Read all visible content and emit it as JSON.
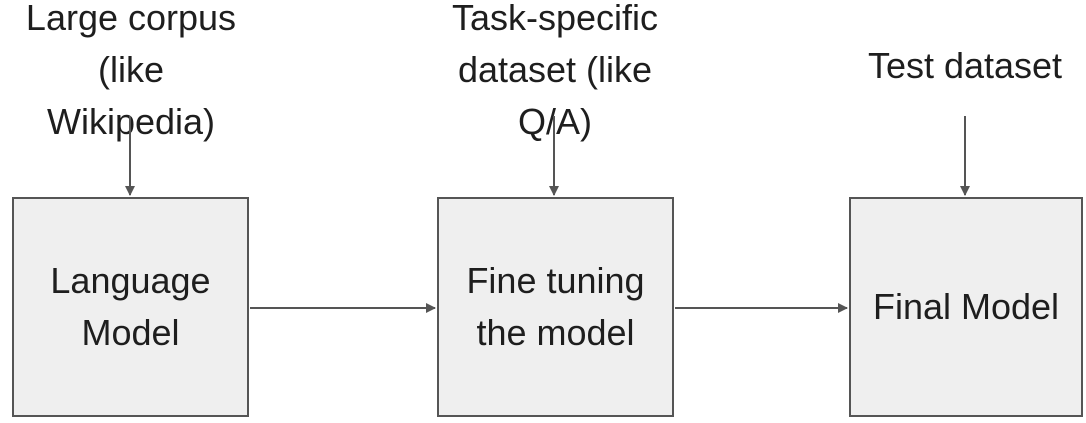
{
  "inputs": {
    "corpus": "Large corpus (like\nWikipedia)",
    "task_dataset": "Task-specific\ndataset (like Q/A)",
    "test_dataset": "Test dataset"
  },
  "stages": {
    "language_model": "Language\nModel",
    "fine_tuning": "Fine tuning\nthe model",
    "final_model": "Final Model"
  },
  "colors": {
    "box_fill": "#efefef",
    "box_border": "#555555",
    "arrow": "#555555",
    "text": "#1e1e1e"
  }
}
